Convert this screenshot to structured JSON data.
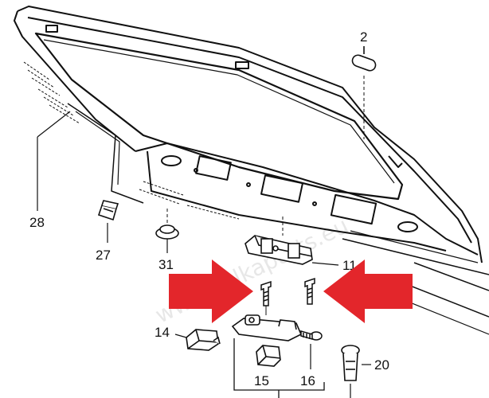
{
  "watermark": "www.volkaparts.eu",
  "labels": {
    "p2": "2",
    "p11": "11",
    "p14": "14",
    "p15": "15",
    "p16": "16",
    "p20": "20",
    "p27": "27",
    "p28": "28",
    "p31": "31"
  },
  "colors": {
    "line": "#111111",
    "arrow": "#e3262b",
    "background": "#ffffff"
  }
}
